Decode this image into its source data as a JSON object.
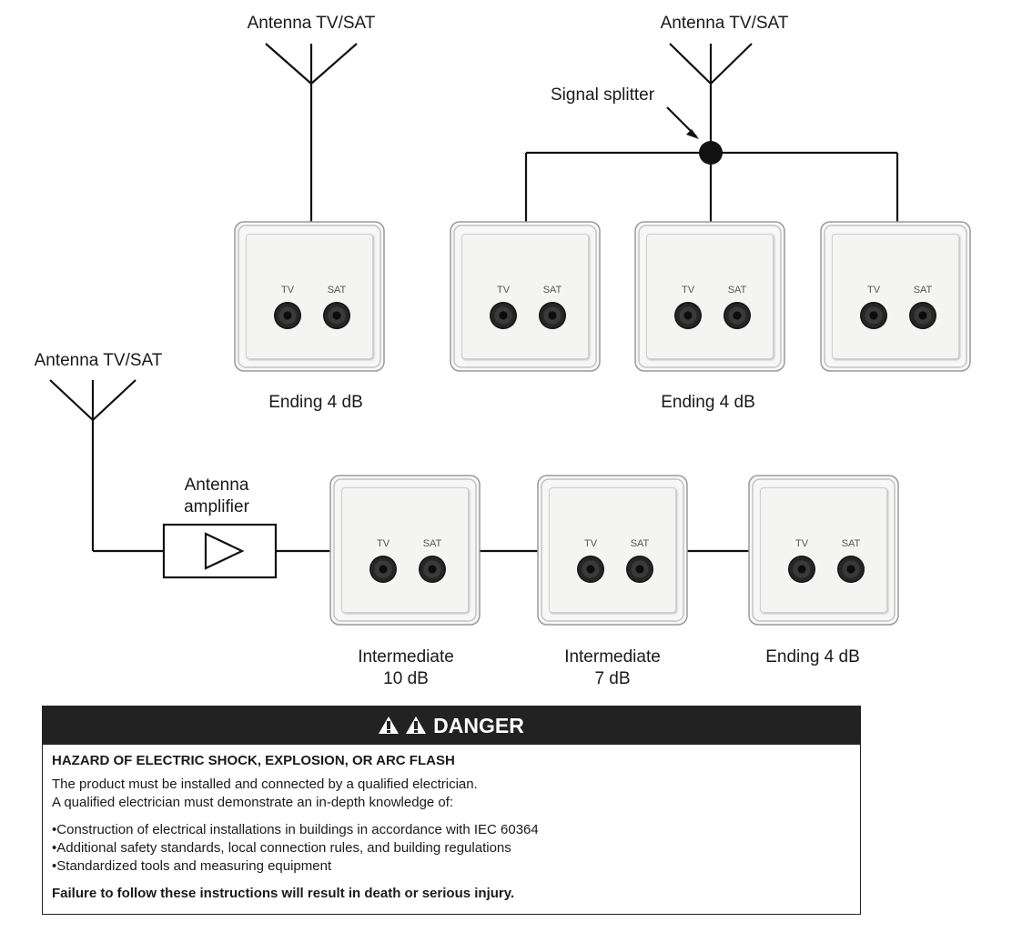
{
  "antennas": [
    {
      "label": "Antenna TV/SAT"
    },
    {
      "label": "Antenna TV/SAT"
    },
    {
      "label": "Antenna TV/SAT"
    }
  ],
  "splitter_label": "Signal splitter",
  "amplifier_label": [
    "Antenna",
    "amplifier"
  ],
  "port_labels": {
    "tv": "TV",
    "sat": "SAT"
  },
  "captions": {
    "single": "Ending 4 dB",
    "split": "Ending 4 dB",
    "chain1": [
      "Intermediate",
      "10 dB"
    ],
    "chain2": [
      "Intermediate",
      "7 dB"
    ],
    "chain3": "Ending 4 dB"
  },
  "danger": {
    "title": "DANGER",
    "hazard": "HAZARD OF ELECTRIC SHOCK, EXPLOSION, OR ARC FLASH",
    "line1": "The product must be installed and connected by a qualified electrician.",
    "line2": "A qualified electrician must demonstrate an in-depth knowledge of:",
    "bullets": [
      "Construction of electrical installations in buildings in accordance with IEC 60364",
      "Additional safety standards, local connection rules, and building regulations",
      "Standardized tools and measuring equipment"
    ],
    "footer": "Failure to follow these instructions will result in death or serious injury."
  }
}
